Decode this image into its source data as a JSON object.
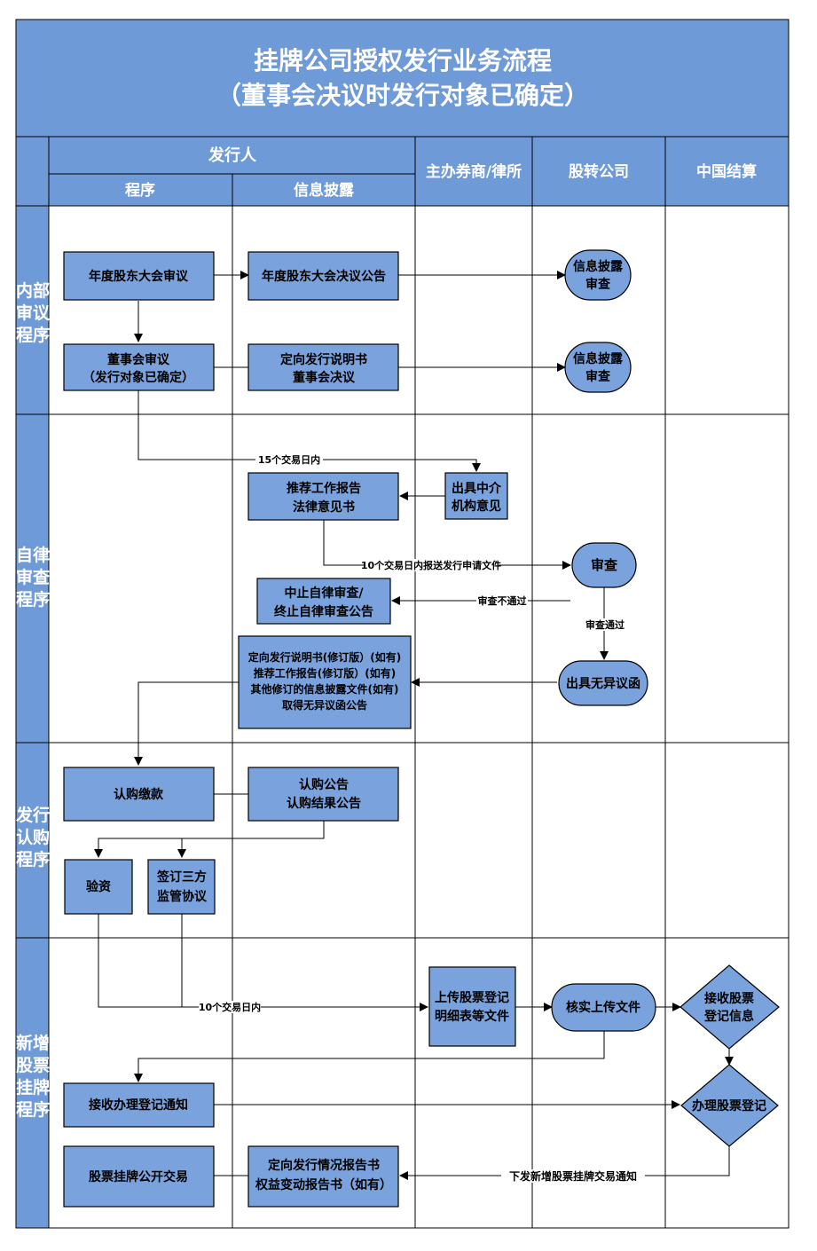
{
  "title": {
    "line1": "挂牌公司授权发行业务流程",
    "line2": "（董事会决议时发行对象已确定）"
  },
  "header": {
    "issuer": "发行人",
    "procedure": "程序",
    "disclosure": "信息披露",
    "underwriter": "主办券商/律所",
    "neeq": "股转公司",
    "csdc": "中国结算"
  },
  "phases": {
    "internal": [
      "内部",
      "审议",
      "程序"
    ],
    "selfreg": [
      "自律",
      "审查",
      "程序"
    ],
    "subscribe": [
      "发行",
      "认购",
      "程序"
    ],
    "listing": [
      "新增",
      "股票",
      "挂牌",
      "程序"
    ]
  },
  "nodes": {
    "agm": [
      "年度股东大会审议"
    ],
    "agm_notice": [
      "年度股东大会决议公告"
    ],
    "review1": [
      "信息披露",
      "审查"
    ],
    "board": [
      "董事会审议",
      "（发行对象已确定）"
    ],
    "board_notice": [
      "定向发行说明书",
      "董事会决议"
    ],
    "review2": [
      "信息披露",
      "审查"
    ],
    "intermediary": [
      "出具中介",
      "机构意见"
    ],
    "recommend": [
      "推荐工作报告",
      "法律意见书"
    ],
    "review3": [
      "审查"
    ],
    "suspend": [
      "中止自律审查/",
      "终止自律审查公告"
    ],
    "no_objection": [
      "出具无异议函"
    ],
    "revised": [
      "定向发行说明书(修订版）(如有)",
      "推荐工作报告(修订版）(如有)",
      "其他修订的信息披露文件(如有)",
      "取得无异议函公告"
    ],
    "subscription": [
      "认购缴款"
    ],
    "sub_notice": [
      "认购公告",
      "认购结果公告"
    ],
    "verify": [
      "验资"
    ],
    "tripartite": [
      "签订三方",
      "监管协议"
    ],
    "upload": [
      "上传股票登记",
      "明细表等文件"
    ],
    "check_upload": [
      "核实上传文件"
    ],
    "receive_info": [
      "接收股票",
      "登记信息"
    ],
    "receive_notice": [
      "接收办理登记通知"
    ],
    "register": [
      "办理股票登记"
    ],
    "listing_trade": [
      "股票挂牌公开交易"
    ],
    "report": [
      "定向发行情况报告书",
      "权益变动报告书（如有）"
    ]
  },
  "labels": {
    "days15": "15个交易日内",
    "days10_submit": "10个交易日内报送发行申请文件",
    "fail": "审查不通过",
    "pass": "审查通过",
    "days10": "10个交易日内",
    "notice": "下发新增股票挂牌交易通知"
  },
  "colors": {
    "header_fill": "#6f9ad8",
    "box_fill": "#7aa2dc",
    "white_text": "#ffffff"
  }
}
